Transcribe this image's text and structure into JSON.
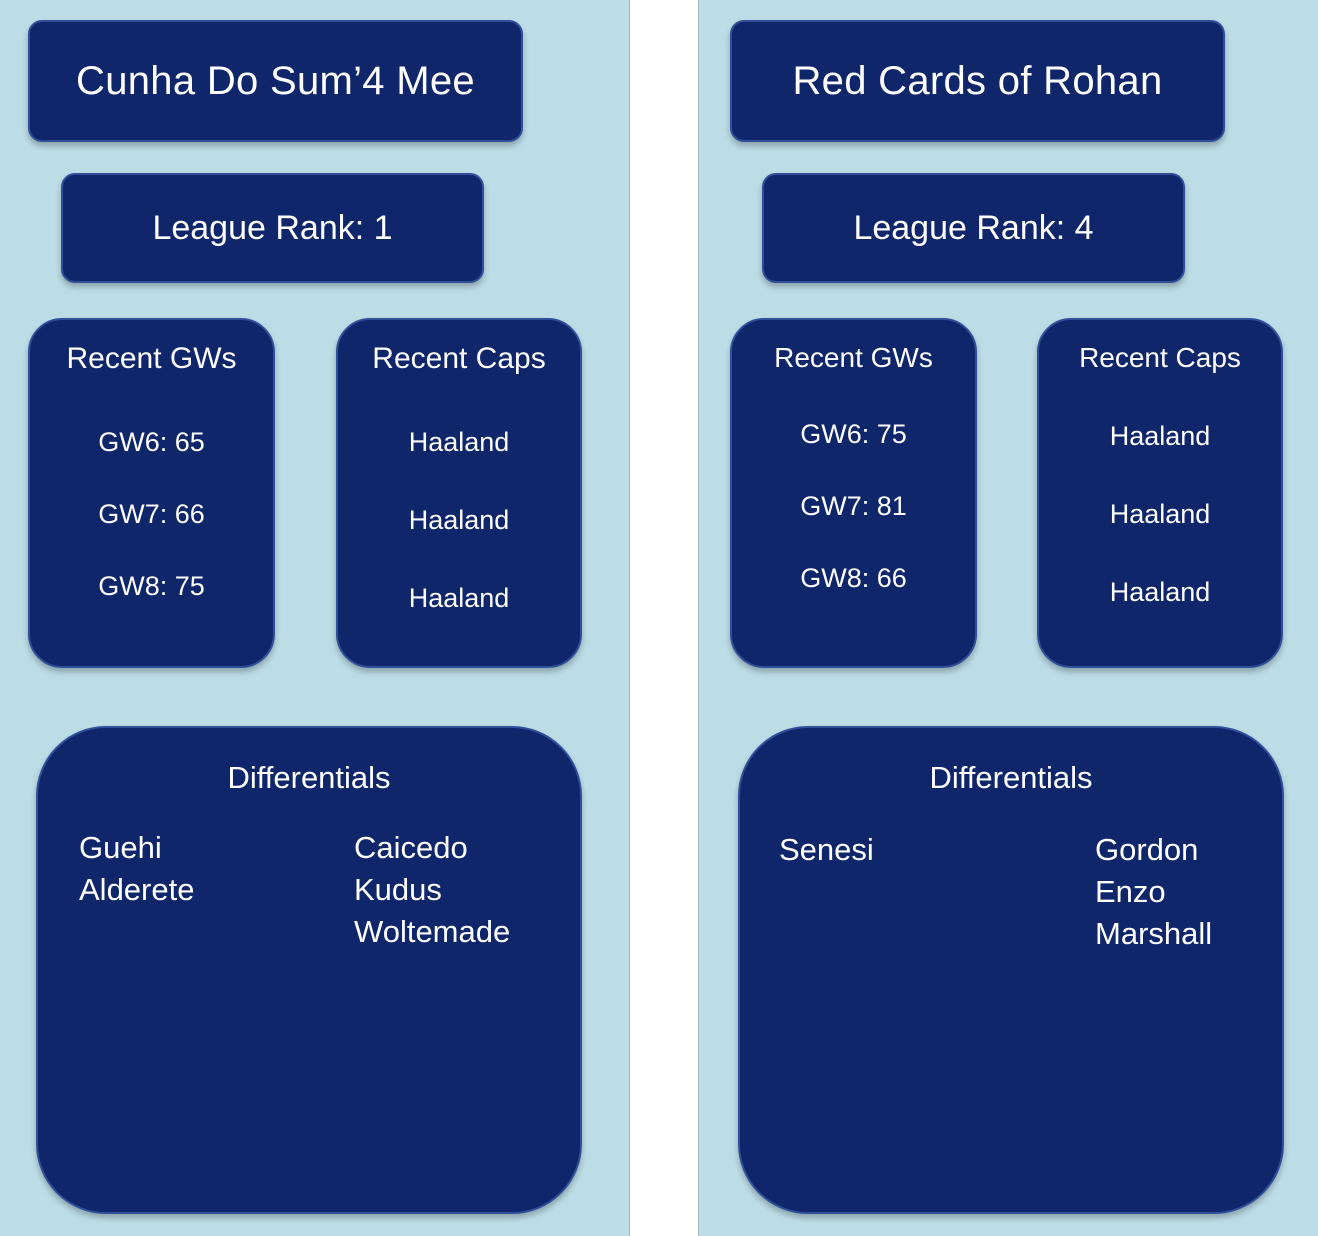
{
  "teams": [
    {
      "name": "Cunha Do Sum’4 Mee",
      "rank_text": "League Rank: 1",
      "recent_gws": {
        "heading": "Recent GWs",
        "items": [
          "GW6: 65",
          "GW7: 66",
          "GW8: 75"
        ]
      },
      "recent_caps": {
        "heading": "Recent Caps",
        "items": [
          "Haaland",
          "Haaland",
          "Haaland"
        ]
      },
      "differentials": {
        "heading": "Differentials",
        "left": [
          "Guehi",
          "Alderete"
        ],
        "right": [
          "Caicedo",
          "Kudus",
          "Woltemade"
        ]
      }
    },
    {
      "name": "Red Cards of Rohan",
      "rank_text": "League Rank: 4",
      "recent_gws": {
        "heading": "Recent GWs",
        "items": [
          "GW6: 75",
          "GW7: 81",
          "GW8: 66"
        ]
      },
      "recent_caps": {
        "heading": "Recent Caps",
        "items": [
          "Haaland",
          "Haaland",
          "Haaland"
        ]
      },
      "differentials": {
        "heading": "Differentials",
        "left": [
          "Senesi"
        ],
        "right": [
          "Gordon",
          "Enzo",
          "Marshall"
        ]
      }
    }
  ],
  "colors": {
    "panel_background": "#bcdce6",
    "box_fill": "#0f266b",
    "box_border": "#2f4f9a",
    "text": "#ffffff"
  }
}
